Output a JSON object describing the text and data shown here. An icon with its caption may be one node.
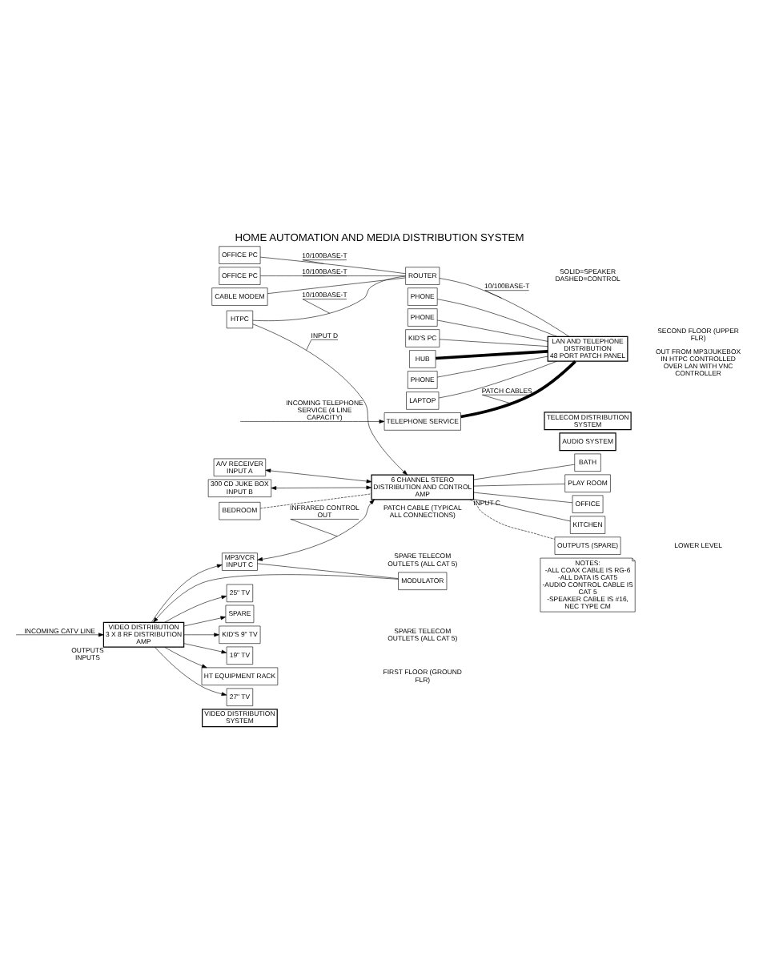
{
  "diagram": {
    "title": "HOME AUTOMATION AND MEDIA DISTRIBUTION SYSTEM",
    "nodes": [
      {
        "text": [
          "LAN AND TELEPHONE DISTRIBUTION",
          "48 PORT PATCH PANEL"
        ]
      },
      {
        "text": [
          "PHONE"
        ]
      },
      {
        "text": [
          "KID'S PC"
        ]
      },
      {
        "text": [
          "25\" TV"
        ]
      },
      {
        "text": [
          "SPARE"
        ]
      },
      {
        "text": [
          "KID'S 9\" TV"
        ]
      },
      {
        "text": [
          "19\" TV"
        ]
      },
      {
        "text": [
          "OFFICE PC"
        ]
      },
      {
        "text": [
          "OFFICE PC"
        ]
      },
      {
        "text": [
          "CABLE MODEM"
        ]
      },
      {
        "text": [
          "ROUTER"
        ]
      },
      {
        "text": [
          "PHONE"
        ]
      },
      {
        "text": [
          "LAPTOP"
        ]
      },
      {
        "text": [
          "PHONE"
        ]
      },
      {
        "text": [
          "HTPC"
        ]
      },
      {
        "text": [
          "HT EQUIPMENT RACK"
        ]
      },
      {
        "text": [
          "VIDEO DISTRIBUTION",
          "3 X 8 RF DISTRIBUTION AMP"
        ],
        "beside": [
          "OUTPUTS",
          "INPUTS"
        ]
      },
      {
        "text": [
          "6 CHANNEL STERO DISTRIBUTION AND CONTROL AMP"
        ],
        "beside": [
          "INPUT C"
        ]
      },
      {
        "text": [
          "A/V RECEIVER",
          "INPUT A"
        ]
      },
      {
        "text": [
          "300 CD JUKE BOX",
          "INPUT B"
        ]
      },
      {
        "text": [
          "MP3/VCR",
          "INPUT C"
        ]
      },
      {
        "text": [
          "MODULATOR"
        ]
      },
      {
        "text": [
          "27\" TV"
        ]
      },
      {
        "text": [
          "TELEPHONE SERVICE"
        ]
      },
      {
        "text": [
          "HUB"
        ]
      },
      {
        "text": [
          "BEDROOM"
        ]
      },
      {
        "text": [
          "BATH"
        ]
      },
      {
        "text": [
          "PLAY ROOM"
        ]
      },
      {
        "text": [
          "OFFICE"
        ]
      },
      {
        "text": [
          "KITCHEN"
        ]
      },
      {
        "text": [
          "OUTPUTS (SPARE)"
        ]
      },
      {
        "text": [
          "AUDIO SYSTEM"
        ]
      },
      {
        "text": [
          "VIDEO DISTRIBUTION SYSTEM"
        ]
      },
      {
        "text": [
          "TELECOM DISTRIBUTION SYSTEM"
        ]
      },
      {
        "text": [
          "NOTES:",
          "-ALL COAX CABLE IS RG-6",
          "-ALL DATA IS CAT5",
          "-AUDIO CONTROL CABLE IS CAT 5",
          "-SPEAKER CABLE IS #16, NEC TYPE CM"
        ]
      }
    ],
    "edges": [
      {
        "from": 1,
        "to": 0,
        "arrow": "none"
      },
      {
        "from": 2,
        "to": 0,
        "arrow": "none"
      },
      {
        "from": 11,
        "to": 0,
        "arrow": "none"
      },
      {
        "from": 12,
        "to": 0,
        "arrow": "none"
      },
      {
        "from": 13,
        "to": 0,
        "arrow": "none"
      },
      {
        "from": 7,
        "to": 10,
        "label": "10/100BASE-T",
        "arrow": "none"
      },
      {
        "from": 8,
        "to": 10,
        "label": "10/100BASE-T",
        "arrow": "none"
      },
      {
        "from": 9,
        "to": 10,
        "arrow": "none"
      },
      {
        "from": 10,
        "to": 0,
        "label": "10/100BASE-T",
        "arrow": "none"
      },
      {
        "from": 14,
        "to": 10,
        "label": "10/100BASE-T",
        "arrow": "none"
      },
      {
        "from": 16,
        "to": 3,
        "arrow": "to"
      },
      {
        "from": 16,
        "to": 4,
        "arrow": "to"
      },
      {
        "from": 16,
        "to": 5,
        "arrow": "to"
      },
      {
        "from": 16,
        "to": 6,
        "arrow": "to"
      },
      {
        "from": 16,
        "to": 22,
        "arrow": "to"
      },
      {
        "from": 16,
        "to": 15,
        "arrow": "to"
      },
      {
        "from": 16,
        "to": 20,
        "arrow": "to"
      },
      {
        "from": 21,
        "to": 16,
        "arrow": "to"
      },
      {
        "from": 20,
        "to": 21,
        "arrow": "none"
      },
      {
        "from": null,
        "to": 16,
        "label": "INCOMING CATV LINE",
        "arrow": "to"
      },
      {
        "from": 18,
        "to": 17,
        "arrow": "both"
      },
      {
        "from": 19,
        "to": 17,
        "arrow": "both"
      },
      {
        "from": 20,
        "to": 17,
        "label": "INFRARED CONTROL OUT",
        "arrow": "both"
      },
      {
        "from": 14,
        "to": 17,
        "label": "INPUT D",
        "arrow": "to"
      },
      {
        "from": 17,
        "to": 26,
        "arrow": "none"
      },
      {
        "from": 25,
        "to": 17,
        "arrow": "none",
        "style": "dashed"
      },
      {
        "from": 17,
        "to": 27,
        "arrow": "none"
      },
      {
        "from": 17,
        "to": 28,
        "arrow": "none"
      },
      {
        "from": 17,
        "to": 29,
        "arrow": "none"
      },
      {
        "from": 17,
        "to": 30,
        "arrow": "none",
        "style": "dashed"
      },
      {
        "from": null,
        "to": 23,
        "label": "INCOMING TELEPHONE SERVICE (4 LINE CAPACITY)",
        "arrow": "to"
      },
      {
        "from": 23,
        "to": 0,
        "label": "PATCH CABLES",
        "arrow": "none",
        "style": "thick"
      },
      {
        "from": 24,
        "to": 0,
        "arrow": "none",
        "style": "thick"
      }
    ],
    "labels": [
      "SECOND FLOOR (UPPER FLR)",
      "SPARE TELECOM OUTLETS (ALL CAT 5)",
      "SOLID=SPEAKER DASHED=CONTROL",
      "FIRST FLOOR (GROUND FLR)",
      "SPARE TELECOM OUTLETS (ALL CAT 5)",
      "PATCH CABLE (TYPICAL ALL CONNECTIONS)",
      "LOWER LEVEL",
      "OUT FROM MP3/JUKEBOX IN HTPC CONTROLLED OVER LAN WITH VNC CONTROLLER"
    ]
  }
}
